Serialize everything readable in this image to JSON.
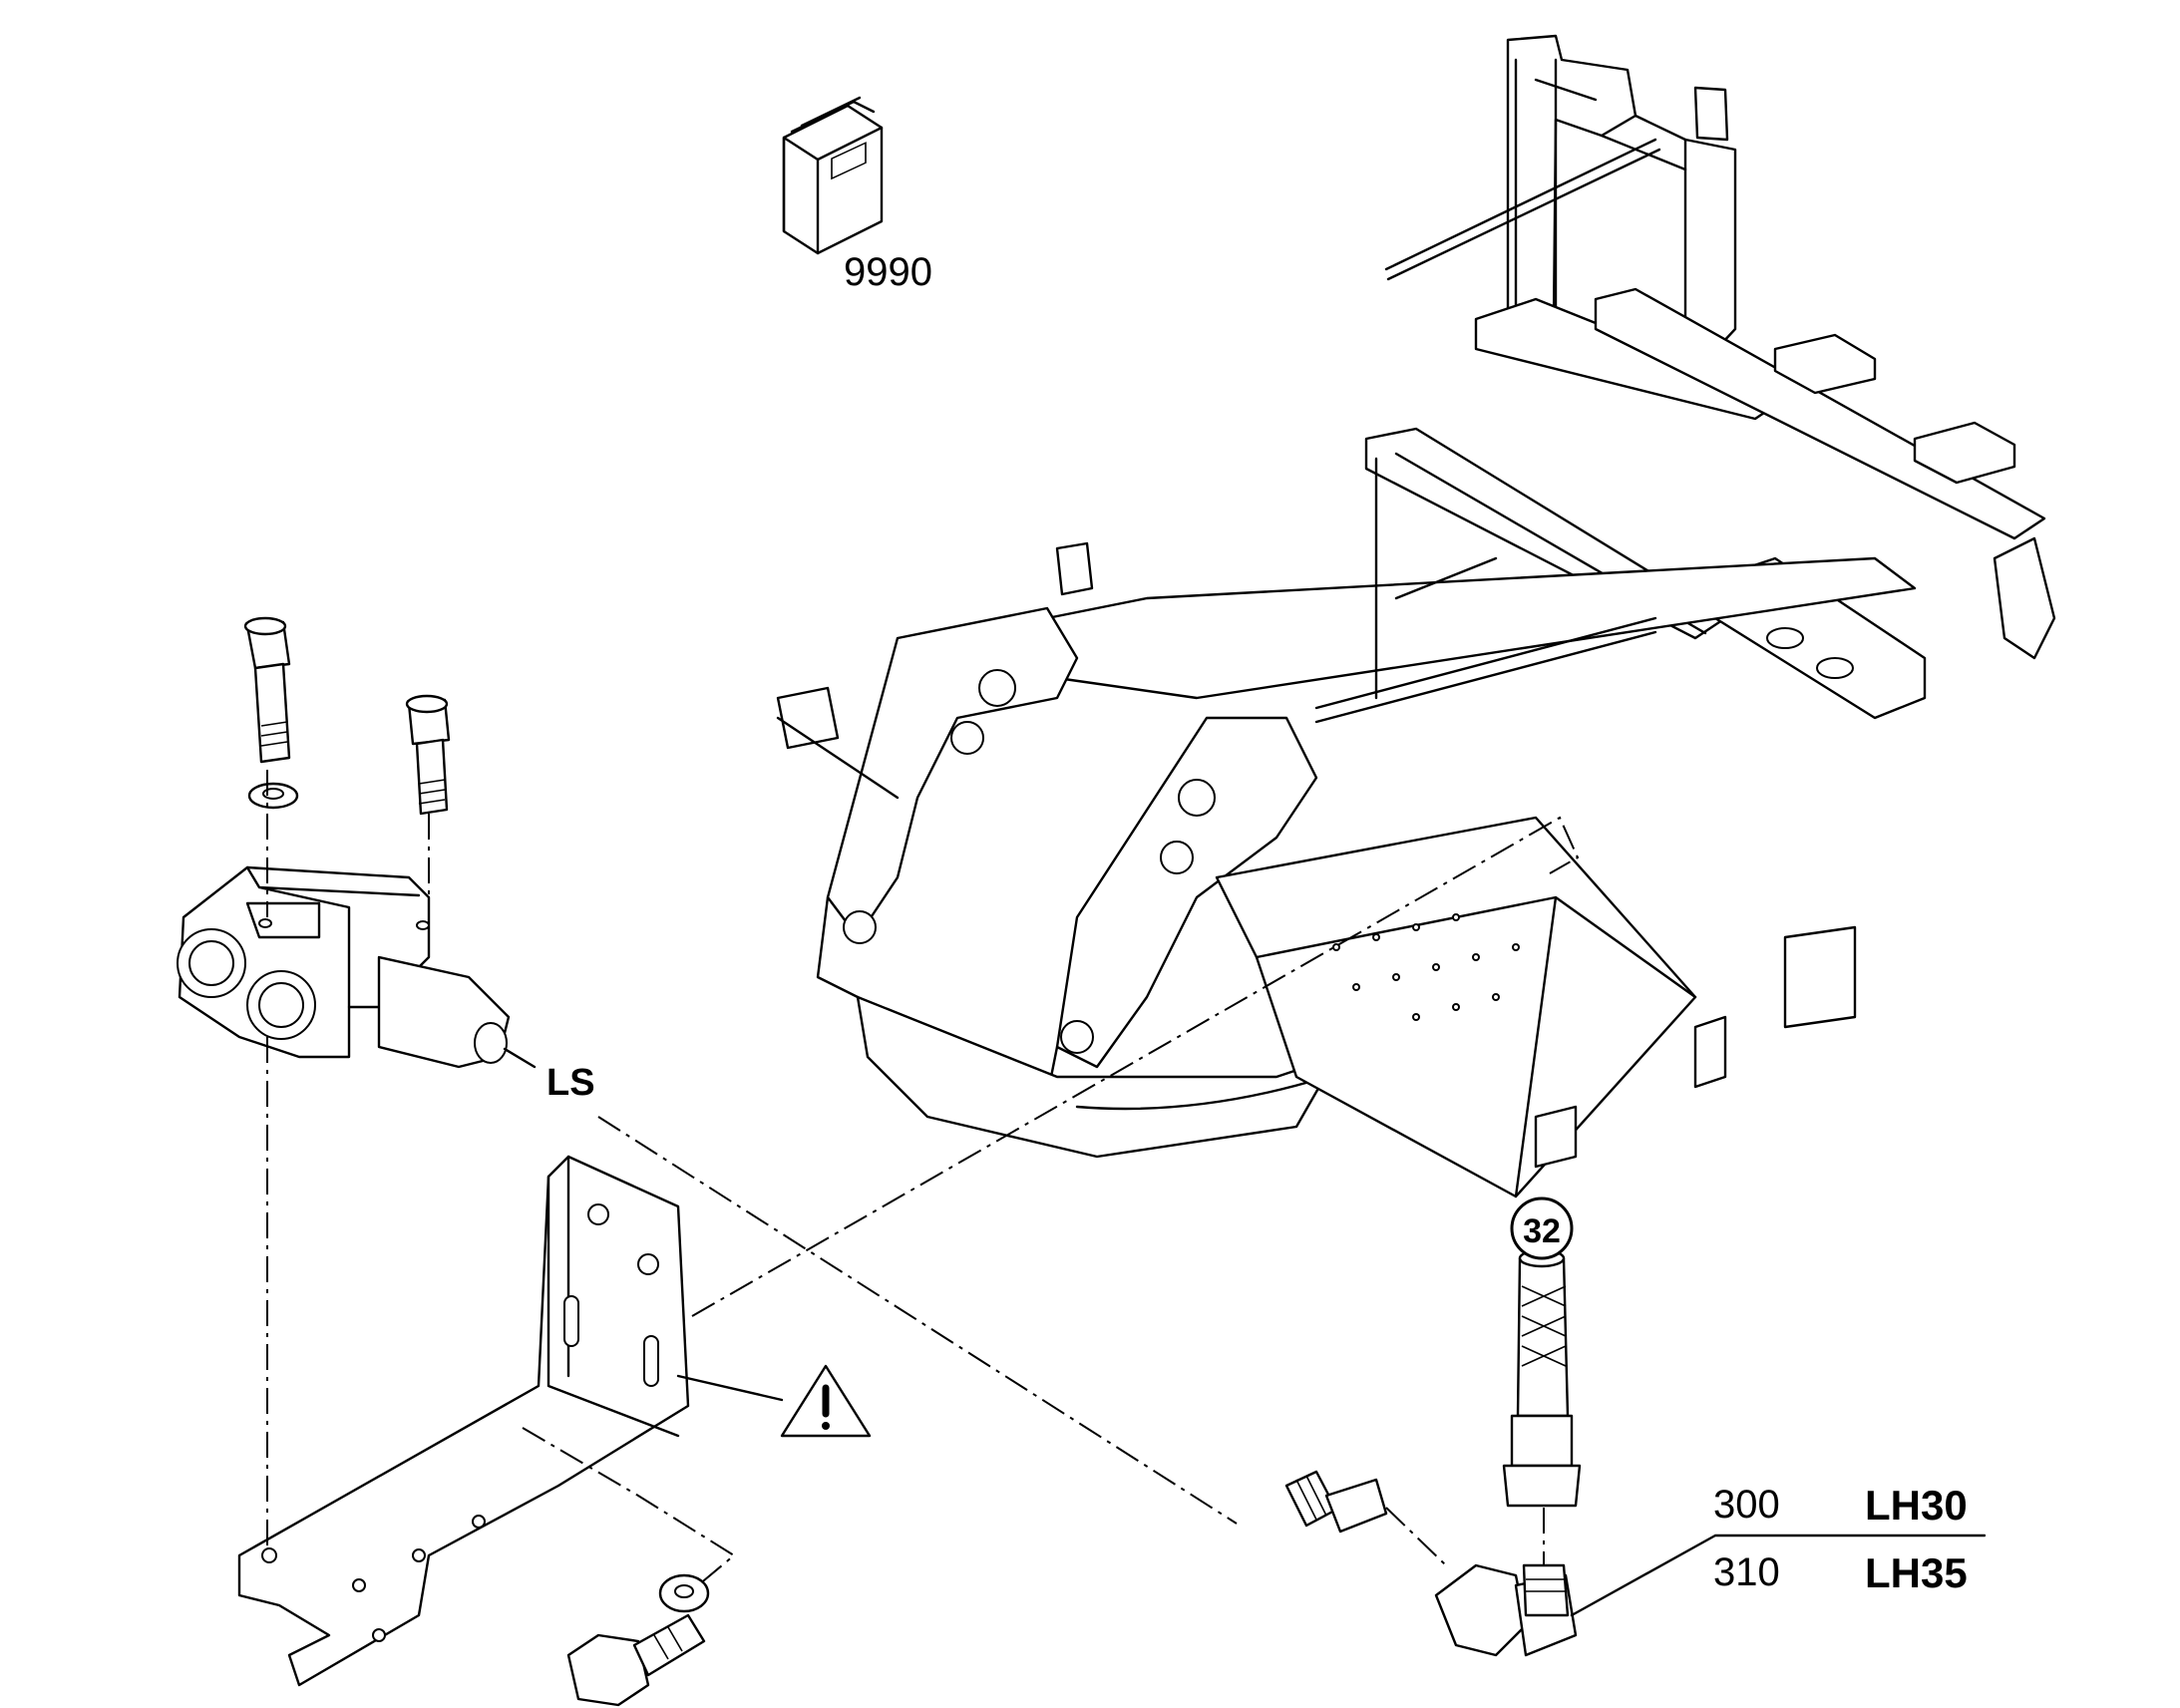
{
  "manual_ref": "9990",
  "connection_label": "LS",
  "callout": "32",
  "parts": [
    {
      "position": "300",
      "code": "LH30"
    },
    {
      "position": "310",
      "code": "LH35"
    }
  ],
  "icons": [
    "manual-book-icon",
    "warning-triangle-icon"
  ]
}
